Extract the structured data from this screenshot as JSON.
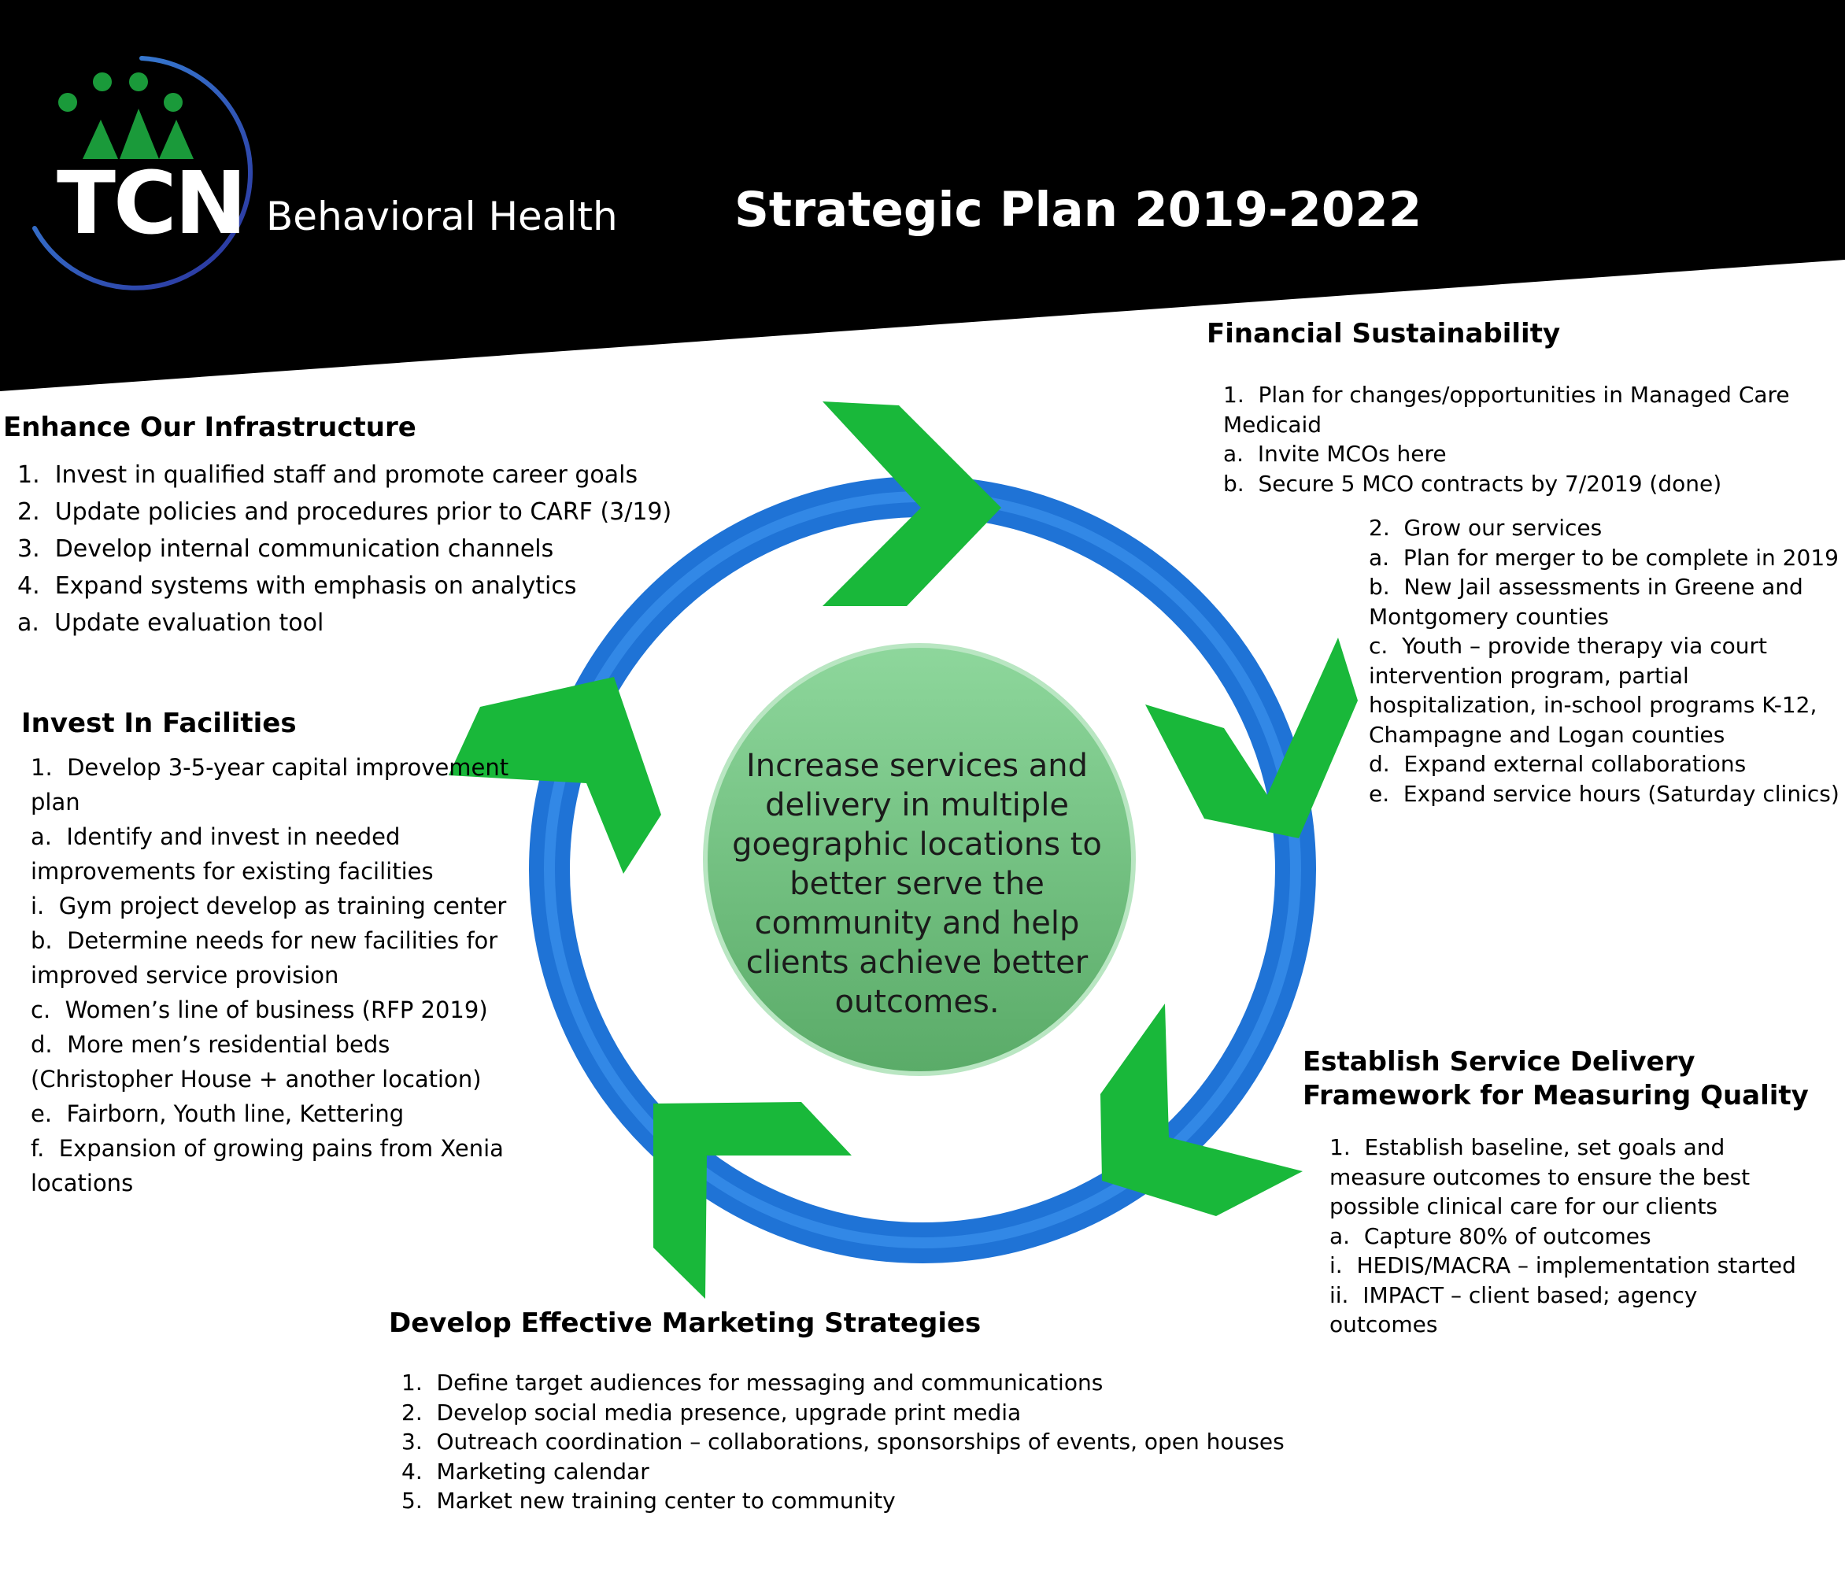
{
  "header": {
    "logo_text": "TCN",
    "logo_subtitle": "Behavioral Health",
    "title": "Strategic Plan 2019-2022"
  },
  "colors": {
    "header_background": "#000000",
    "arrow_green": "#19b83a",
    "ring_blue": "#1f73d6",
    "center_green": "#6fc27f",
    "logo_green": "#1a9a3a"
  },
  "diagram": {
    "center_text": "Increase services and delivery in multiple goegraphic locations to better serve the community and help clients achieve better outcomes."
  },
  "sections": {
    "infrastructure": {
      "heading": "Enhance Our Infrastructure",
      "items": [
        "1.  Invest in qualified staff and promote career goals",
        "2.  Update policies and procedures prior to CARF (3/19)",
        "3.  Develop internal communication channels",
        "4.  Expand systems with emphasis on analytics",
        "a.  Update evaluation tool"
      ]
    },
    "facilities": {
      "heading": "Invest In Facilities",
      "items": [
        "1.  Develop 3-5-year capital improvement plan",
        "a.  Identify and invest in needed improvements for existing facilities",
        "i.  Gym project develop as training center",
        "b.  Determine needs for new facilities for improved service provision",
        "c.  Women’s line of business (RFP 2019)",
        "d.  More men’s residential beds (Christopher House + another location)",
        "e.  Fairborn, Youth line, Kettering",
        "f.  Expansion of growing pains from Xenia locations"
      ]
    },
    "financial": {
      "heading": "Financial Sustainability",
      "items_a": [
        "1.  Plan for changes/opportunities in Managed Care Medicaid",
        "a.  Invite MCOs here",
        "b.  Secure 5 MCO contracts by 7/2019 (done)"
      ],
      "items_b": [
        "2.  Grow our services",
        "a.  Plan for merger to be complete in 2019",
        "b.  New Jail assessments in Greene and Montgomery counties",
        "c.  Youth – provide therapy via court intervention program, partial hospitalization, in-school programs K-12, Champagne and Logan counties",
        "d.  Expand external collaborations",
        "e.  Expand service hours (Saturday clinics)"
      ]
    },
    "quality": {
      "heading_line1": "Establish Service Delivery",
      "heading_line2": "Framework for Measuring Quality",
      "items": [
        "1.  Establish baseline, set goals and measure outcomes to ensure the best possible clinical care for our clients",
        "a.  Capture 80% of outcomes",
        "i.  HEDIS/MACRA – implementation started",
        "ii.  IMPACT – client based; agency outcomes"
      ]
    },
    "marketing": {
      "heading": "Develop Effective Marketing Strategies",
      "items": [
        "1.  Define target audiences for messaging and communications",
        "2.  Develop social media presence, upgrade print media",
        "3.  Outreach coordination – collaborations, sponsorships of events, open houses",
        "4.  Marketing calendar",
        "5.  Market new training center to community"
      ]
    }
  }
}
